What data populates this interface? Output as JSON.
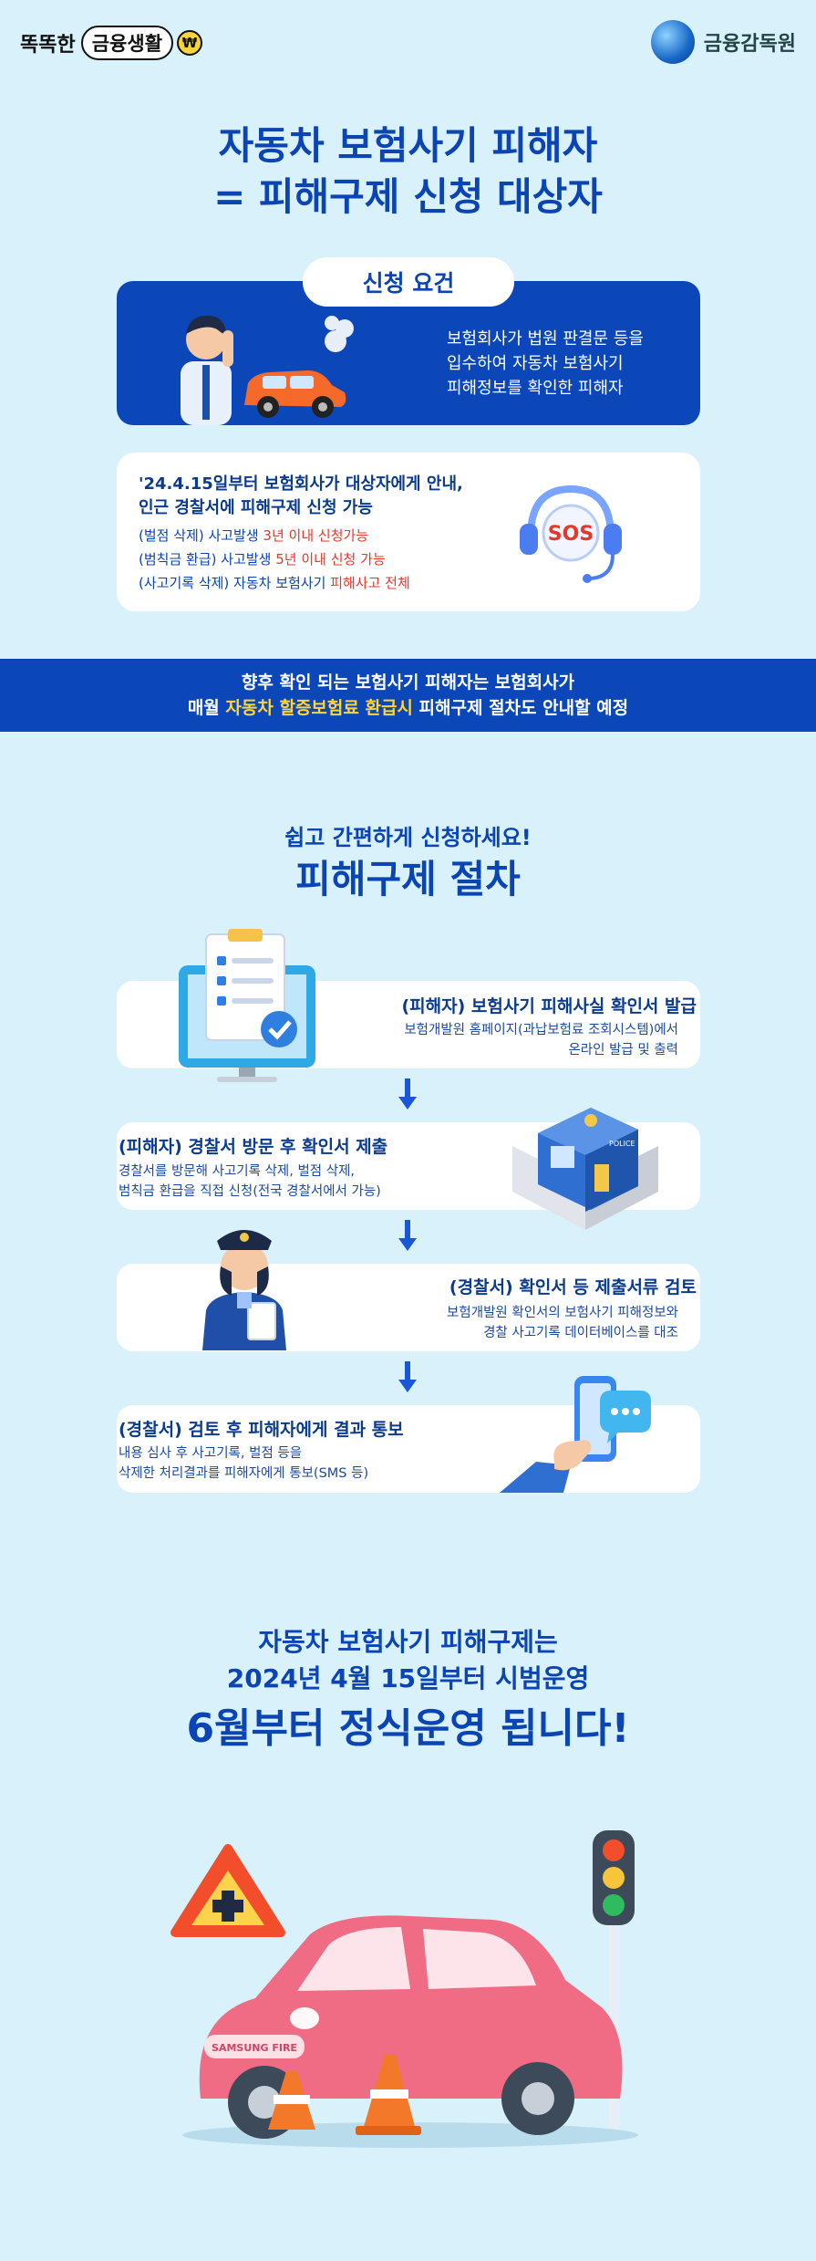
{
  "header": {
    "brand_prefix": "똑똑한",
    "brand_pill": "금융생활",
    "coin": "₩",
    "org": "금융감독원"
  },
  "title": {
    "line1": "자동차 보험사기 피해자",
    "line2": "= 피해구제 신청 대상자"
  },
  "requirement": {
    "tab_label": "신청 요건",
    "text_lines": [
      "보험회사가 법원 판결문 등을",
      "입수하여 자동차 보험사기",
      "피해정보를 확인한 피해자"
    ]
  },
  "info": {
    "head_lines": [
      "'24.4.15일부터 보험회사가 대상자에게 안내,",
      "인근 경찰서에 피해구제 신청 가능"
    ],
    "line1": {
      "pre": "(벌점 삭제) 사고발생 ",
      "hl": "3년 이내 신청가능",
      "post": ""
    },
    "line2": {
      "pre": "(범칙금 환급) 사고발생 ",
      "hl": "5년 이내 신청 가능",
      "post": ""
    },
    "line3": {
      "pre": "(사고기록 삭제) 자동차 보험사기 ",
      "hl": "피해사고 전체",
      "post": ""
    },
    "sos": "SOS"
  },
  "banner": {
    "line1": "향후 확인 되는 보험사기 피해자는 보험회사가",
    "line2_pre": "매월 ",
    "line2_hl": "자동차 할증보험료 환급시",
    "line2_post": " 피해구제 절차도 안내할 예정"
  },
  "procedure": {
    "subtitle": "쉽고 간편하게 신청하세요!",
    "title": "피해구제 절차",
    "steps": [
      {
        "title": "(피해자) 보험사기 피해사실 확인서 발급",
        "desc": [
          "보험개발원 홈페이지(과납보험료 조회시스템)에서",
          "온라인 발급 및 출력"
        ]
      },
      {
        "title": "(피해자) 경찰서 방문 후 확인서 제출",
        "desc": [
          "경찰서를 방문해 사고기록 삭제, 벌점 삭제,",
          "범칙금 환급을 직접 신청(전국 경찰서에서 가능)"
        ]
      },
      {
        "title": "(경찰서) 확인서 등 제출서류 검토",
        "desc": [
          "보험개발원 확인서의 보험사기 피해정보와",
          "경찰 사고기록 데이터베이스를 대조"
        ]
      },
      {
        "title": "(경찰서) 검토 후 피해자에게 결과 통보",
        "desc": [
          "내용 심사 후 사고기록, 벌점 등을",
          "삭제한 처리결과를 피해자에게 통보(SMS 등)"
        ]
      }
    ],
    "police_sign": "POLICE"
  },
  "closing": {
    "line1": "자동차 보험사기 피해구제는",
    "line2": "2024년 4월 15일부터 시범운영",
    "line3": "6월부터 정식운영 됩니다!",
    "car_plate": "SAMSUNG FIRE"
  },
  "colors": {
    "primary": "#0b47b8",
    "background": "#d9f1fb",
    "highlight_red": "#e5372c",
    "highlight_yellow": "#ffd43b"
  }
}
